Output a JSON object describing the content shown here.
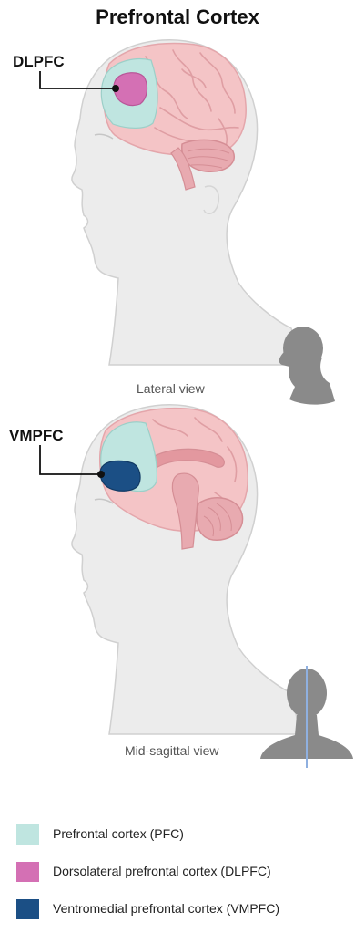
{
  "title": "Prefrontal Cortex",
  "views": [
    {
      "callout": "DLPFC",
      "caption": "Lateral view",
      "highlight_color": "#d470b4"
    },
    {
      "callout": "VMPFC",
      "caption": "Mid-sagittal view",
      "highlight_color": "#1b4f85"
    }
  ],
  "legend": [
    {
      "label": "Prefrontal cortex (PFC)",
      "color": "#bfe5e0"
    },
    {
      "label": "Dorsolateral prefrontal cortex (DLPFC)",
      "color": "#d470b4"
    },
    {
      "label": "Ventromedial prefrontal cortex (VMPFC)",
      "color": "#1b4f85"
    }
  ],
  "colors": {
    "skin": "#ececec",
    "skin_outline": "#cfcfcf",
    "brain": "#f4c4c6",
    "brain_fold": "#df9ea3",
    "pfc": "#bfe5e0",
    "cerebellum": "#e8aab0",
    "thumbnail": "#8a8a8a",
    "plane_line": "#8fb0e0"
  }
}
